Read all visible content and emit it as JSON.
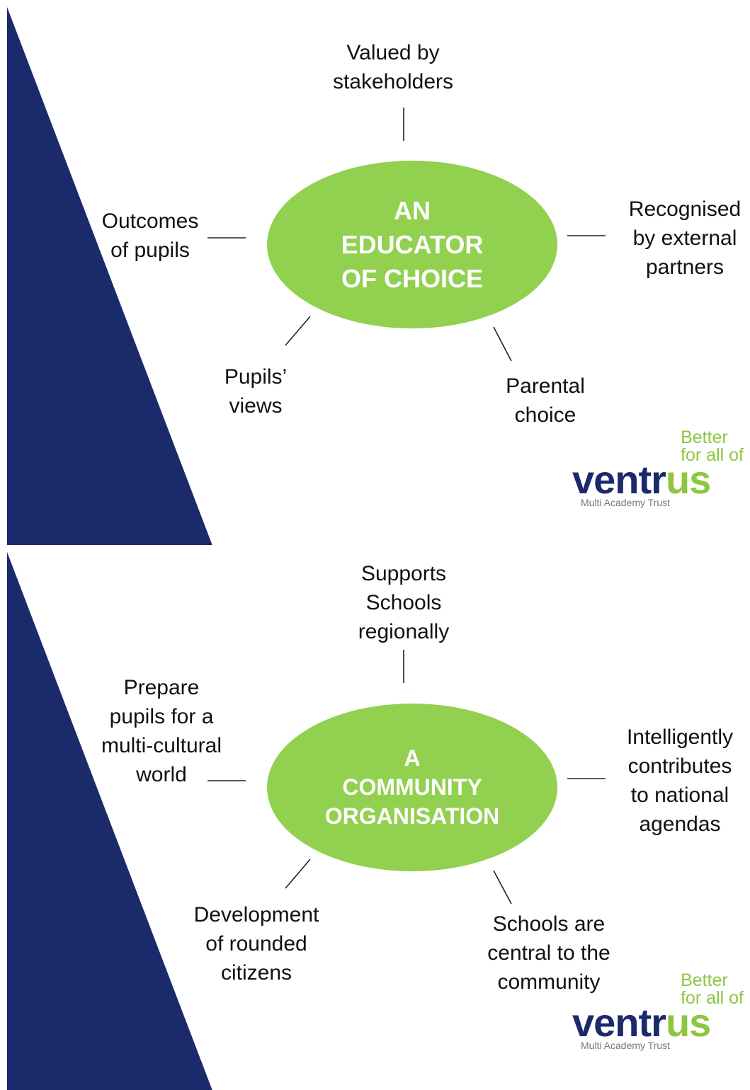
{
  "slides": [
    {
      "center": [
        "AN",
        "EDUCATOR",
        "OF CHOICE"
      ],
      "top": [
        "Valued by",
        "stakeholders"
      ],
      "left": [
        "Outcomes",
        "of pupils"
      ],
      "right": [
        "Recognised",
        "by external",
        "partners"
      ],
      "bottom_left": [
        "Pupils’",
        "views"
      ],
      "bottom_right": [
        "Parental",
        "choice"
      ]
    },
    {
      "center": [
        "A",
        "COMMUNITY",
        "ORGANISATION"
      ],
      "top": [
        "Supports",
        "Schools",
        "regionally"
      ],
      "left": [
        "Prepare",
        "pupils for a",
        "multi-cultural",
        "world"
      ],
      "right": [
        "Intelligently",
        "contributes",
        "to national",
        "agendas"
      ],
      "bottom_left": [
        "Development",
        "of rounded",
        "citizens"
      ],
      "bottom_right": [
        "Schools are",
        "central to the",
        "community"
      ]
    }
  ],
  "logo": {
    "tagline": [
      "Better",
      "for all of"
    ],
    "word_part1": "ventr",
    "word_part2": "us",
    "subtitle": "Multi Academy Trust"
  },
  "colors": {
    "navy": "#1b2a6b",
    "green": "#92d050",
    "brand_green": "#8dc63f"
  }
}
